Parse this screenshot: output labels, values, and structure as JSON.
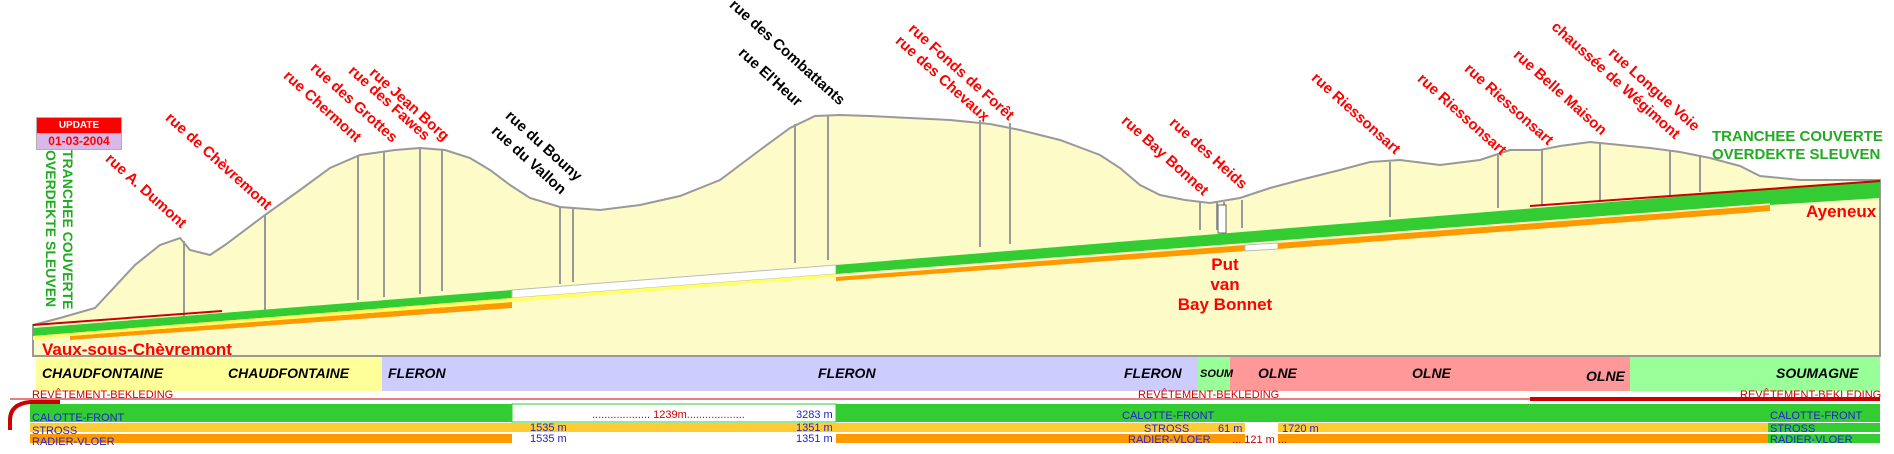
{
  "update_badge": {
    "label": "UPDATE",
    "date": "01-03-2004"
  },
  "tranchee_left": {
    "line1": "TRANCHEE COUVERTE",
    "line2": "OVERDEKTE SLEUVEN"
  },
  "tranchee_right": {
    "line1": "TRANCHEE COUVERTE",
    "line2": "OVERDEKTE SLEUVEN"
  },
  "endpoints": {
    "start": "Vaux-sous-Chèvremont",
    "end": "Ayeneux"
  },
  "shaft": {
    "line1": "Put",
    "line2": "van",
    "line3": "Bay Bonnet"
  },
  "streets": {
    "s1": "rue A. Dumont",
    "s2": "rue de Chèvremont",
    "s3": "rue Chermont",
    "s4": "rue des Grottes",
    "s5": "rue des Fawes",
    "s6": "rue Jean Borg",
    "s7": "rue du Bouny",
    "s8": "rue du Vallon",
    "s9": "rue des Combattants",
    "s10": "rue El'Heur",
    "s11": "rue Fonds de Forêt",
    "s12": "rue des Chevaux",
    "s13": "rue Bay Bonnet",
    "s14": "rue des Heids",
    "s15": "rue Riessonsart",
    "s16": "rue Riessonsart",
    "s17": "rue Riessonsart",
    "s18": "rue Belle Maison",
    "s19": "chaussée de Wégimont",
    "s20": "rue Longue Voie"
  },
  "communes": {
    "c1": "CHAUDFONTAINE",
    "c2": "CHAUDFONTAINE",
    "c3": "FLERON",
    "c4": "FLERON",
    "c5": "FLERON",
    "c6": "SOUM",
    "c7": "OLNE",
    "c8": "OLNE",
    "c9": "OLNE",
    "c10": "SOUMAGNE"
  },
  "progress": {
    "revetement_label": "REVÊTEMENT-BEKLEDING",
    "calotte_label": "CALOTTE-FRONT",
    "stross_label": "STROSS",
    "radier_label": "RADIER-VLOER",
    "calotte_start": "1535 m",
    "calotte_gap": "................... 1239m...................",
    "calotte_end": "3283 m",
    "stross_start": "1535 m",
    "stross_end": "1351 m",
    "stross_mid": "61 m",
    "stross_right": "1720 m",
    "radier_start": "1535 m",
    "radier_end": "1351 m",
    "radier_gap": "... 121 m ..."
  },
  "colors": {
    "terrain": "#fdfbc8",
    "green": "#33cc33",
    "orange": "#ff9900",
    "pink": "#ff9999",
    "lavender": "#ccccff",
    "lightgreen": "#99ff99",
    "yellow": "#ffff99",
    "darkred": "#cc0000"
  }
}
